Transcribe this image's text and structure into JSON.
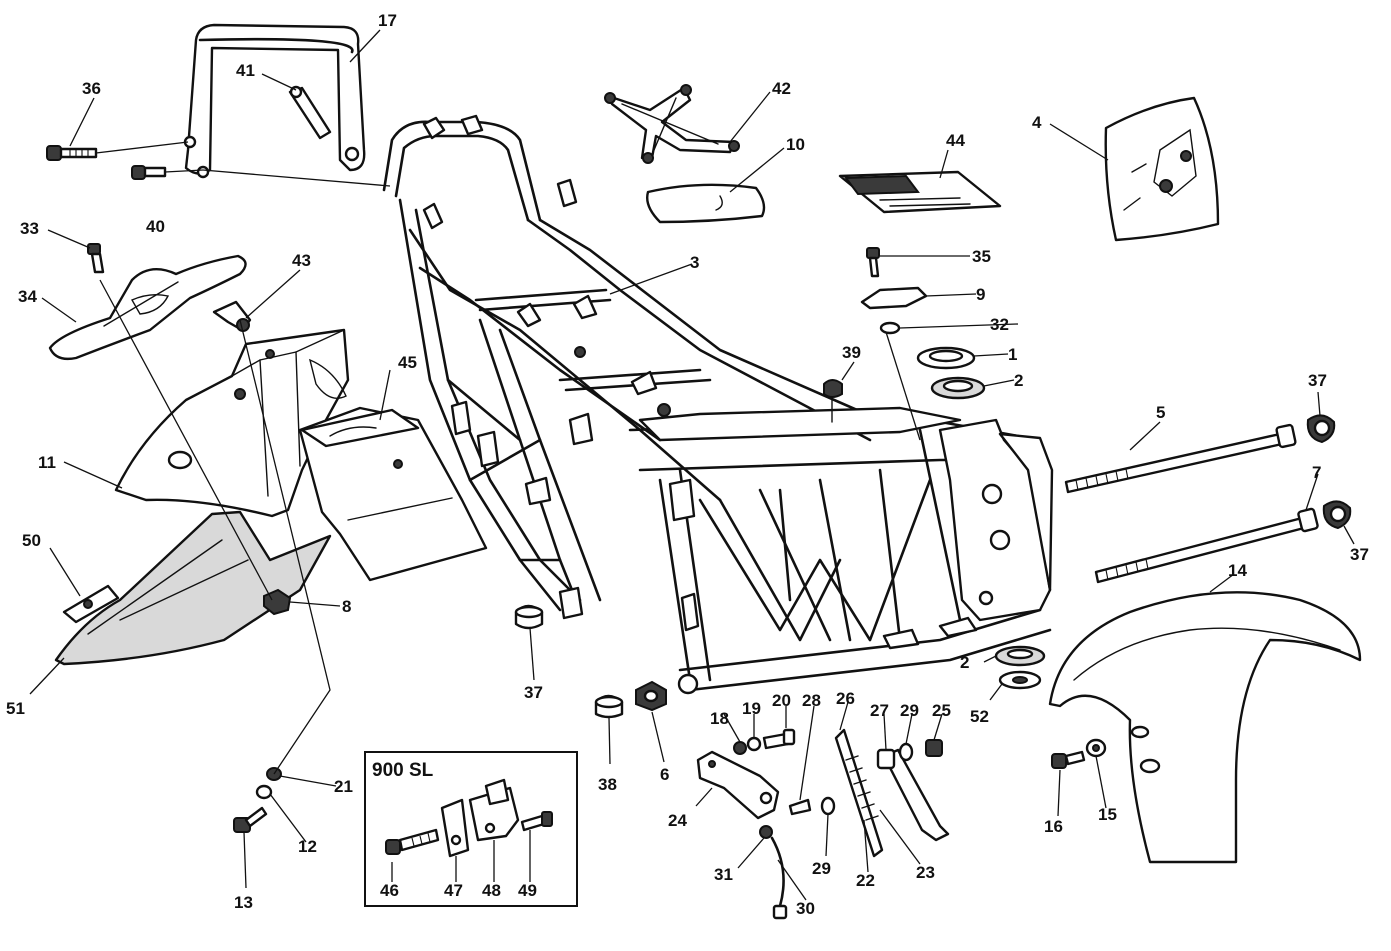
{
  "diagram": {
    "inset_title": "900 SL",
    "callouts": {
      "c1": "1",
      "c2a": "2",
      "c2b": "2",
      "c3": "3",
      "c4": "4",
      "c5": "5",
      "c6": "6",
      "c7": "7",
      "c8": "8",
      "c9": "9",
      "c10": "10",
      "c11": "11",
      "c12": "12",
      "c13": "13",
      "c14": "14",
      "c15": "15",
      "c16": "16",
      "c17": "17",
      "c18": "18",
      "c19": "19",
      "c20": "20",
      "c21": "21",
      "c22": "22",
      "c23": "23",
      "c24": "24",
      "c25": "25",
      "c26": "26",
      "c27": "27",
      "c28": "28",
      "c29a": "29",
      "c29b": "29",
      "c30": "30",
      "c31": "31",
      "c32": "32",
      "c33": "33",
      "c34": "34",
      "c35": "35",
      "c36": "36",
      "c37a": "37",
      "c37b": "37",
      "c37c": "37",
      "c38": "38",
      "c39": "39",
      "c40": "40",
      "c41": "41",
      "c42": "42",
      "c43": "43",
      "c44": "44",
      "c45": "45",
      "c46": "46",
      "c47": "47",
      "c48": "48",
      "c49": "49",
      "c50": "50",
      "c51": "51",
      "c52": "52"
    }
  }
}
